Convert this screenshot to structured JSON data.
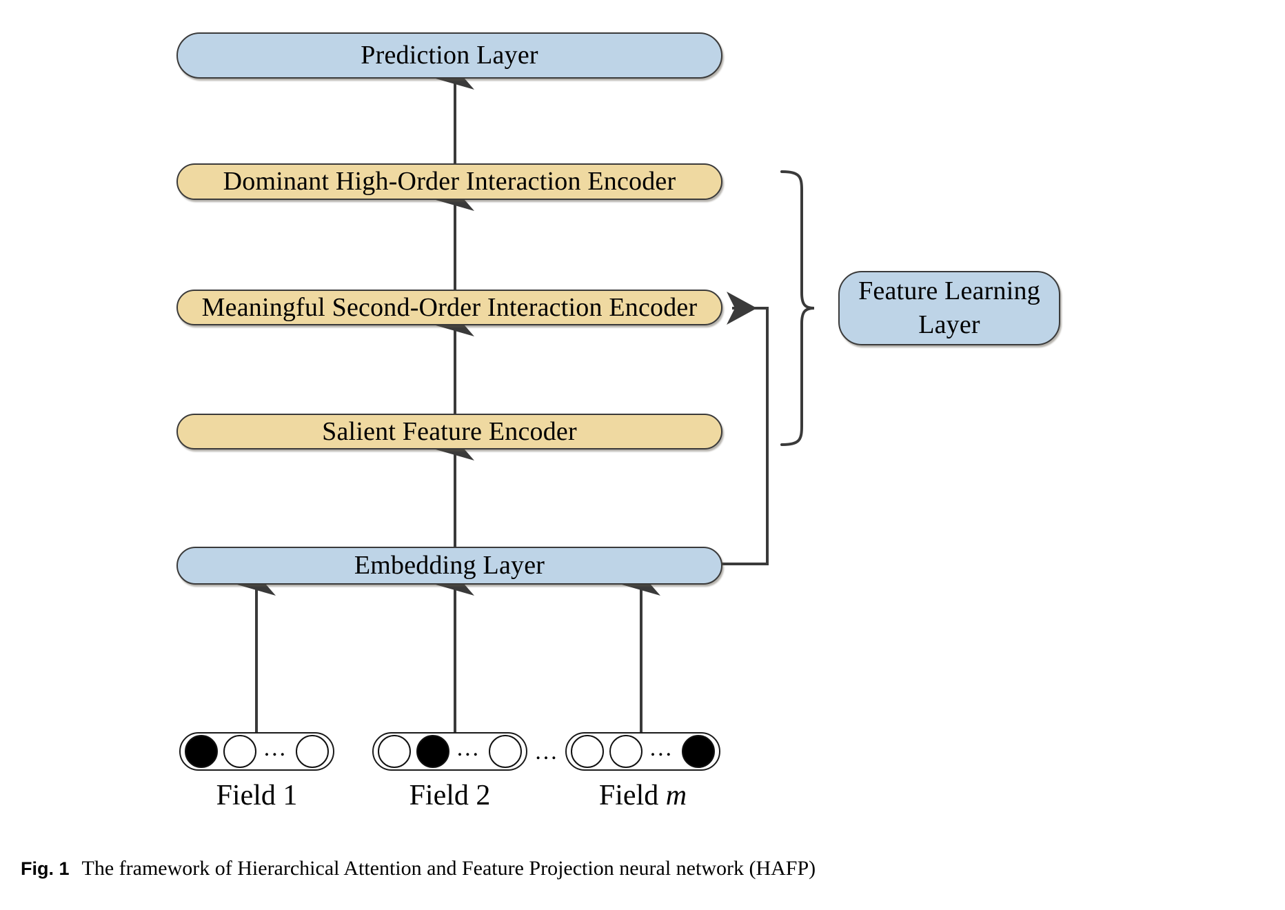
{
  "figure": {
    "caption_label": "Fig. 1",
    "caption_text": "The framework of Hierarchical Attention and Feature Projection neural network (HAFP)",
    "type": "diagram",
    "diagram_kind": "neural-network-architecture-flowchart"
  },
  "colors": {
    "blue_box": "#bed4e7",
    "gold_box": "#efd9a1",
    "outline": "#3a3a3a",
    "arrow": "#3a3a3a",
    "node_fill": "#000000",
    "background": "#ffffff"
  },
  "boxes": {
    "prediction_layer": {
      "label": "Prediction Layer",
      "color": "blue"
    },
    "dominant_encoder": {
      "label": "Dominant High-Order Interaction Encoder",
      "color": "gold"
    },
    "meaningful_encoder": {
      "label": "Meaningful Second-Order Interaction Encoder",
      "color": "gold"
    },
    "salient_encoder": {
      "label": "Salient Feature Encoder",
      "color": "gold"
    },
    "embedding_layer": {
      "label": "Embedding Layer",
      "color": "blue"
    },
    "feature_learning_layer": {
      "label": "Feature Learning\nLayer",
      "line1": "Feature Learning",
      "line2": "Layer",
      "color": "blue"
    }
  },
  "flow": {
    "edges": [
      {
        "from": "embedding_layer",
        "to": "salient_encoder",
        "kind": "arrow-up"
      },
      {
        "from": "salient_encoder",
        "to": "meaningful_encoder",
        "kind": "arrow-up"
      },
      {
        "from": "meaningful_encoder",
        "to": "dominant_encoder",
        "kind": "arrow-up"
      },
      {
        "from": "dominant_encoder",
        "to": "prediction_layer",
        "kind": "arrow-up"
      },
      {
        "from": "embedding_layer",
        "to": "meaningful_encoder",
        "kind": "skip-connection-arrow-left"
      },
      {
        "from": "field_1",
        "to": "embedding_layer",
        "kind": "arrow-up"
      },
      {
        "from": "field_2",
        "to": "embedding_layer",
        "kind": "arrow-up"
      },
      {
        "from": "field_m",
        "to": "embedding_layer",
        "kind": "arrow-up"
      }
    ],
    "brace": {
      "groups": [
        "salient_encoder",
        "meaningful_encoder",
        "dominant_encoder"
      ],
      "points_to": "feature_learning_layer"
    }
  },
  "fields": [
    {
      "id": "field_1",
      "label_prefix": "Field ",
      "label_suffix": "1",
      "label_suffix_italic": false,
      "nodes": [
        {
          "filled": true
        },
        {
          "filled": false
        },
        {
          "ellipsis": true
        },
        {
          "filled": false
        }
      ]
    },
    {
      "id": "field_2",
      "label_prefix": "Field ",
      "label_suffix": "2",
      "label_suffix_italic": false,
      "nodes": [
        {
          "filled": false
        },
        {
          "filled": true
        },
        {
          "ellipsis": true
        },
        {
          "filled": false
        }
      ]
    },
    {
      "id": "field_m",
      "label_prefix": "Field ",
      "label_suffix": "m",
      "label_suffix_italic": true,
      "nodes": [
        {
          "filled": false
        },
        {
          "filled": false
        },
        {
          "ellipsis": true
        },
        {
          "filled": true
        }
      ]
    }
  ],
  "between_fields_ellipsis": "…"
}
